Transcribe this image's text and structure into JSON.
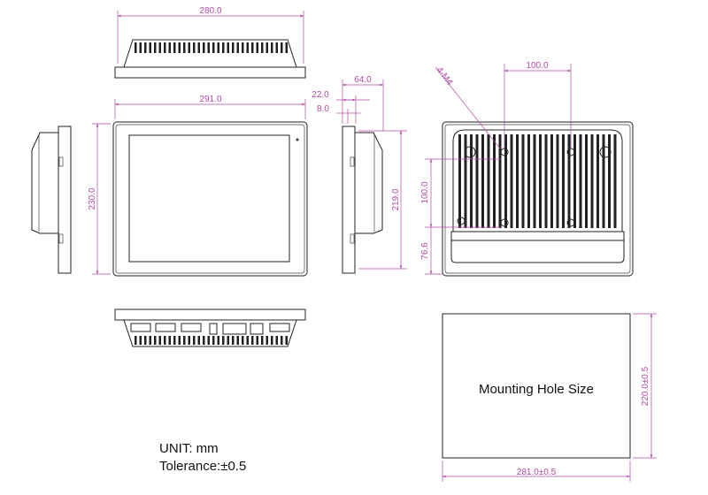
{
  "dimensions": {
    "top_width": "280.0",
    "front_width": "291.0",
    "front_height": "230.0",
    "depth": "64.0",
    "depth_22": "22.0",
    "depth_8": "8.0",
    "side_height": "219.0",
    "vesa_horizontal": "100.0",
    "vesa_vertical": "100.0",
    "screw_spec": "4-M4",
    "vesa_offset": "76.6",
    "cutout_height": "220.0±0.5",
    "cutout_width": "281.0±0.5"
  },
  "cutout_label": "Mounting Hole Size",
  "notes": {
    "unit": "UNIT: mm",
    "tolerance": "Tolerance:±0.5"
  },
  "colors": {
    "dimension": "#b24aa6",
    "outline": "#222222"
  }
}
